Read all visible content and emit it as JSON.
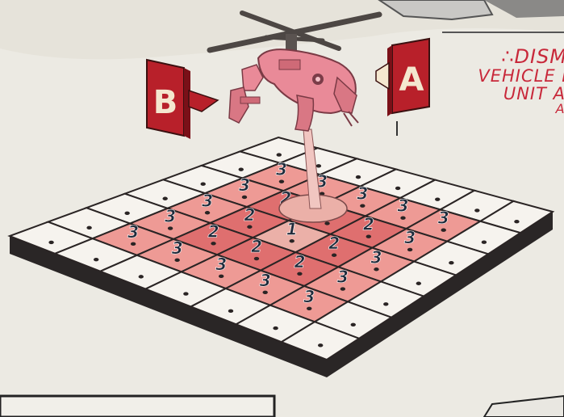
{
  "caption": {
    "line1": "∴DISM",
    "line2": "VEHICLE L",
    "line3": "UNIT A",
    "line4": "A /"
  },
  "markers": {
    "a_label": "A",
    "b_label": "B"
  },
  "board": {
    "rows": [
      [
        0,
        0,
        0,
        0,
        0,
        0,
        0
      ],
      [
        0,
        3,
        3,
        3,
        3,
        3,
        0
      ],
      [
        0,
        3,
        2,
        2,
        2,
        3,
        0
      ],
      [
        0,
        3,
        2,
        1,
        2,
        3,
        0
      ],
      [
        0,
        3,
        2,
        2,
        2,
        3,
        0
      ],
      [
        0,
        3,
        3,
        3,
        3,
        3,
        0
      ],
      [
        0,
        0,
        0,
        0,
        0,
        0,
        0
      ]
    ],
    "range_labels": {
      "1": "1",
      "2": "2",
      "3": "3"
    }
  },
  "colors": {
    "empty_square": "#f6f3ee",
    "range_1": "#ebb0a8",
    "range_2": "#df6f6f",
    "range_3": "#ee9a95",
    "grid_line": "#2a2424",
    "board_edge": "#2a2626",
    "marker_red": "#b8202a",
    "marker_cream": "#f4e7cf",
    "model_pink": "#e98a98",
    "caption_red": "#c8283a"
  }
}
